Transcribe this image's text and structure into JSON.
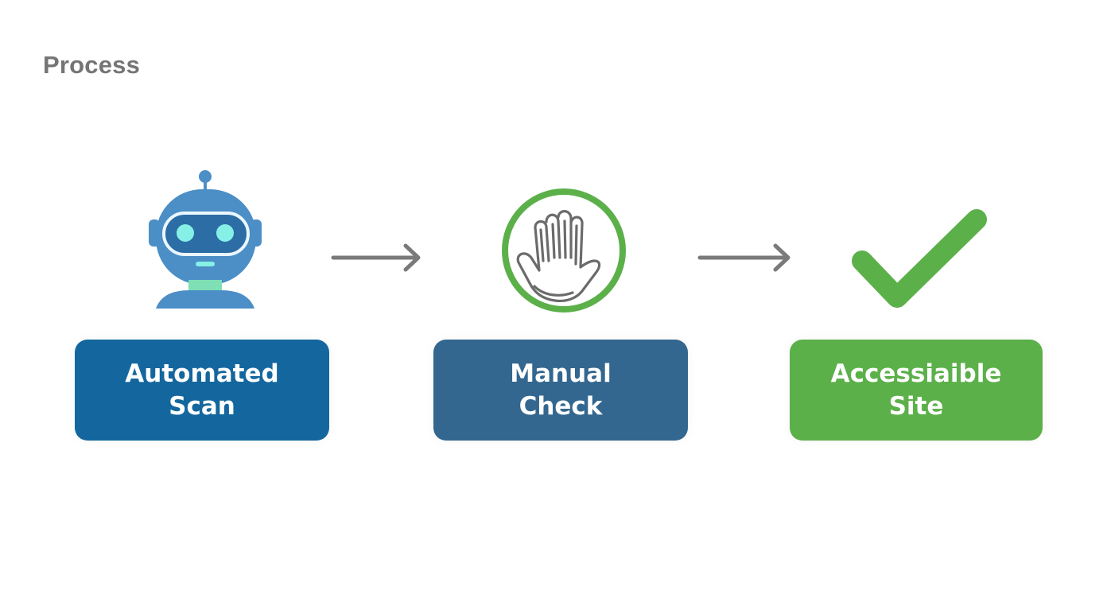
{
  "title": "Process",
  "colors": {
    "title_text": "#757575",
    "box_scan": "#14679E",
    "box_manual": "#33678F",
    "box_site": "#5CB04A",
    "arrow": "#7A7A7A",
    "robot_body": "#4C8EC6",
    "robot_eyes": "#86F0E6",
    "robot_neck": "#7EE0B4",
    "hand_circle": "#5CB04A",
    "hand_outline": "#6B6B6B",
    "checkmark": "#5CB04A"
  },
  "steps": [
    {
      "icon": "robot-icon",
      "label_line1": "Automated",
      "label_line2": "Scan"
    },
    {
      "icon": "hand-icon",
      "label_line1": "Manual",
      "label_line2": "Check"
    },
    {
      "icon": "checkmark-icon",
      "label_line1": "Accessiaible",
      "label_line2": "Site"
    }
  ]
}
